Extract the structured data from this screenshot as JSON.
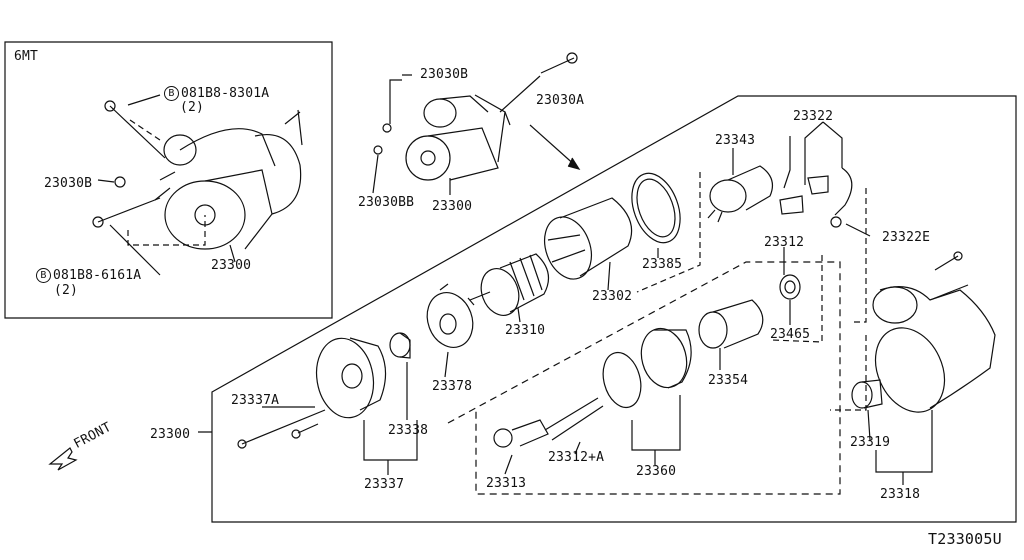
{
  "diagram": {
    "variant_label": "6MT",
    "bolt_upper_code": "081B8-8301A",
    "bolt_upper_qty": "(2)",
    "bolt_lower_code": "081B8-6161A",
    "bolt_lower_qty": "(2)",
    "bolt_marker": "B",
    "front_label": "FRONT",
    "footer_code": "T233005U",
    "labels": {
      "p23030B_inset": "23030B",
      "p23300_inset": "23300",
      "p23030B_top": "23030B",
      "p23030A": "23030A",
      "p23030BB": "23030BB",
      "p23300_top": "23300",
      "p23343": "23343",
      "p23322": "23322",
      "p23322E": "23322E",
      "p23385": "23385",
      "p23302": "23302",
      "p23312": "23312",
      "p23310": "23310",
      "p23465": "23465",
      "p23378": "23378",
      "p23354": "23354",
      "p23337A": "23337A",
      "p23300_main": "23300",
      "p23338": "23338",
      "p23319": "23319",
      "p23312A": "23312+A",
      "p23313": "23313",
      "p23360": "23360",
      "p23337": "23337",
      "p23318": "23318"
    }
  }
}
